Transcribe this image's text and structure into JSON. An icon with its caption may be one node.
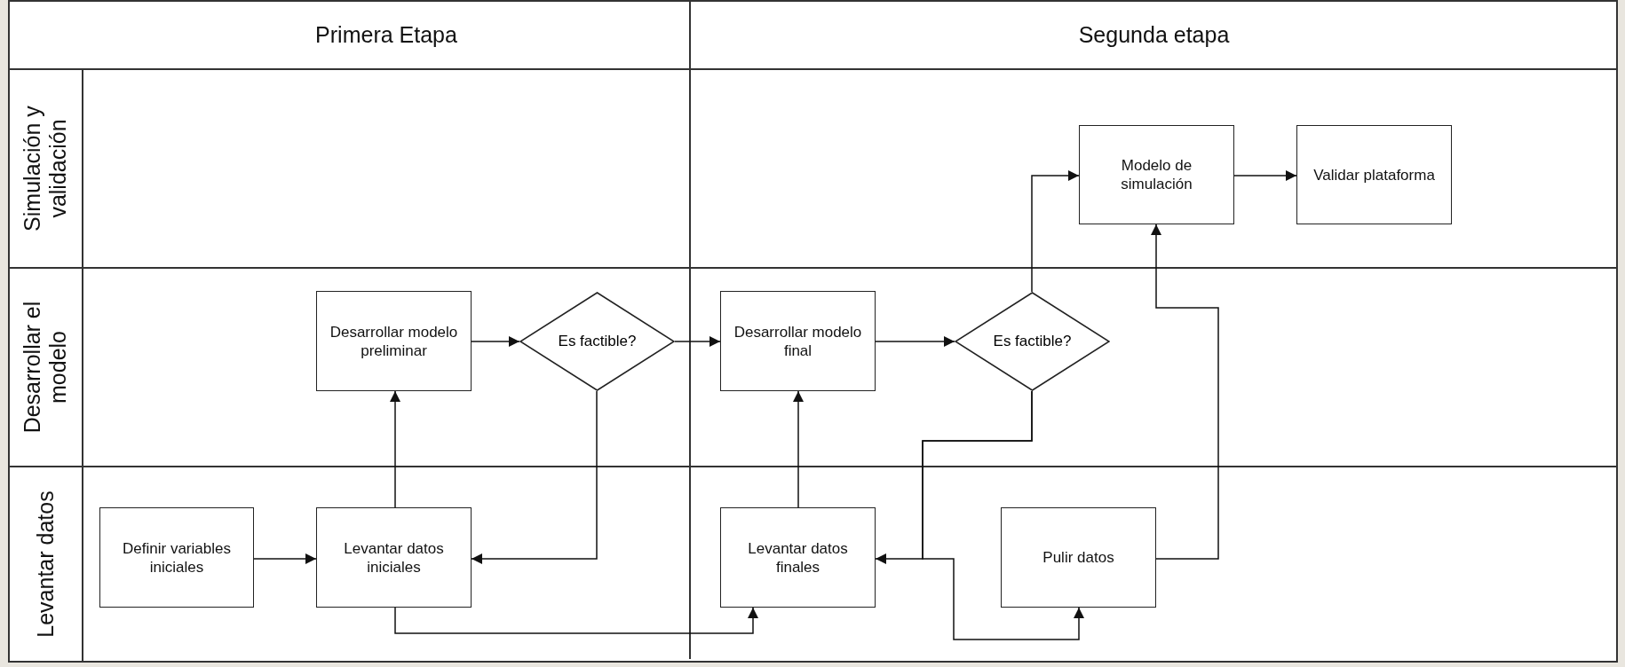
{
  "diagram": {
    "nodes": [
      {
        "text": [
          "Primera Etapa"
        ]
      },
      {
        "text": [
          "Segunda etapa"
        ]
      },
      {
        "text": [
          "Simulación y validación"
        ]
      },
      {
        "text": [
          "Desarrollar el modelo"
        ]
      },
      {
        "text": [
          "Levantar datos"
        ]
      },
      {
        "text": [
          "Modelo de simulación"
        ],
        "in": 2
      },
      {
        "text": [
          "Validar plataforma"
        ],
        "in": 2
      },
      {
        "text": [
          "Desarrollar modelo preliminar"
        ],
        "in": 3
      },
      {
        "text": [
          "Es factible?"
        ],
        "in": 3
      },
      {
        "text": [
          "Desarrollar modelo final"
        ],
        "in": 3
      },
      {
        "text": [
          "Es factible?"
        ],
        "in": 3
      },
      {
        "text": [
          "Definir variables iniciales"
        ],
        "in": 4
      },
      {
        "text": [
          "Levantar datos iniciales"
        ],
        "in": 4
      },
      {
        "text": [
          "Levantar datos finales"
        ],
        "in": 4
      },
      {
        "text": [
          "Pulir datos"
        ],
        "in": 4
      }
    ],
    "edges": [
      {
        "from": 11,
        "to": 12,
        "arrow": "to"
      },
      {
        "from": 12,
        "to": 7,
        "arrow": "to"
      },
      {
        "from": 7,
        "to": 8,
        "arrow": "to"
      },
      {
        "from": 8,
        "to": 12,
        "arrow": "to"
      },
      {
        "from": 8,
        "to": 9,
        "arrow": "to"
      },
      {
        "from": 12,
        "to": 13,
        "arrow": "to"
      },
      {
        "from": 13,
        "to": 9,
        "arrow": "to"
      },
      {
        "from": 9,
        "to": 10,
        "arrow": "to"
      },
      {
        "from": 10,
        "to": 13,
        "arrow": "to"
      },
      {
        "from": 10,
        "to": 14,
        "arrow": "to"
      },
      {
        "from": 10,
        "to": 5,
        "arrow": "to"
      },
      {
        "from": 14,
        "to": 5,
        "arrow": "to"
      },
      {
        "from": 5,
        "to": 6,
        "arrow": "to"
      }
    ]
  }
}
